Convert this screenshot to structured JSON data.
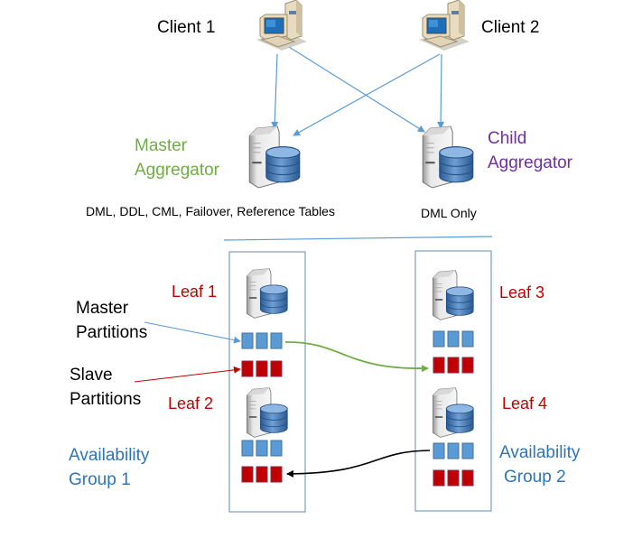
{
  "clients": [
    {
      "id": "client-1",
      "label": "Client 1",
      "icon": "desktop-computer-icon"
    },
    {
      "id": "client-2",
      "label": "Client 2",
      "icon": "desktop-computer-icon"
    }
  ],
  "aggregators": {
    "master": {
      "label_line1": "Master",
      "label_line2": "Aggregator",
      "caption": "DML, DDL, CML, Failover, Reference Tables",
      "icon": "database-server-icon",
      "color": "#70ad47"
    },
    "child": {
      "label_line1": "Child",
      "label_line2": "Aggregator",
      "caption": "DML Only",
      "icon": "database-server-icon",
      "color": "#7030a0"
    }
  },
  "leaves": [
    {
      "label": "Leaf 1",
      "group": 1
    },
    {
      "label": "Leaf 2",
      "group": 1
    },
    {
      "label": "Leaf 3",
      "group": 2
    },
    {
      "label": "Leaf 4",
      "group": 2
    }
  ],
  "partitions": {
    "master_label_line1": "Master",
    "master_label_line2": "Partitions",
    "slave_label_line1": "Slave",
    "slave_label_line2": "Partitions",
    "master_color": "#5b9bd5",
    "slave_color": "#c00000",
    "per_row": 3
  },
  "availability_groups": [
    {
      "label_line1": "Availability",
      "label_line2": "Group 1"
    },
    {
      "label_line1": "Availability",
      "label_line2": "Group 2"
    }
  ],
  "colors": {
    "leaf_label": "#c00000",
    "group_label": "#2e75b6",
    "connector": "#5b9bd5",
    "replication_green": "#70ad47",
    "replication_black": "#000000"
  }
}
